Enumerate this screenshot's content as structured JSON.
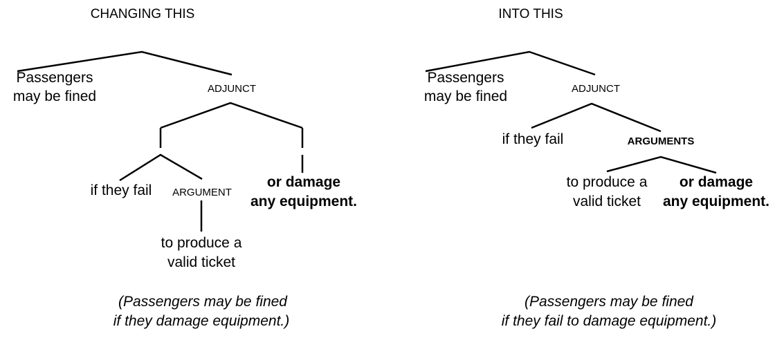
{
  "left": {
    "heading": "CHANGING THIS",
    "root_left_line1": "Passengers",
    "root_left_line2": "may be fined",
    "adjunct": "ADJUNCT",
    "if_they_fail": "if they fail",
    "argument": "ARGUMENT",
    "to_produce_line1": "to produce a",
    "to_produce_line2": "valid ticket",
    "or_damage_line1": "or damage",
    "or_damage_line2": "any equipment.",
    "caption_line1": "(Passengers may be fined",
    "caption_line2": "if they damage equipment.)"
  },
  "right": {
    "heading": "INTO THIS",
    "root_left_line1": "Passengers",
    "root_left_line2": "may be fined",
    "adjunct": "ADJUNCT",
    "if_they_fail": "if they fail",
    "arguments": "ARGUMENTS",
    "to_produce_line1": "to produce a",
    "to_produce_line2": "valid ticket",
    "or_damage_line1": "or damage",
    "or_damage_line2": "any equipment.",
    "caption_line1": "(Passengers may be fined",
    "caption_line2": "if they fail to damage equipment.)"
  }
}
